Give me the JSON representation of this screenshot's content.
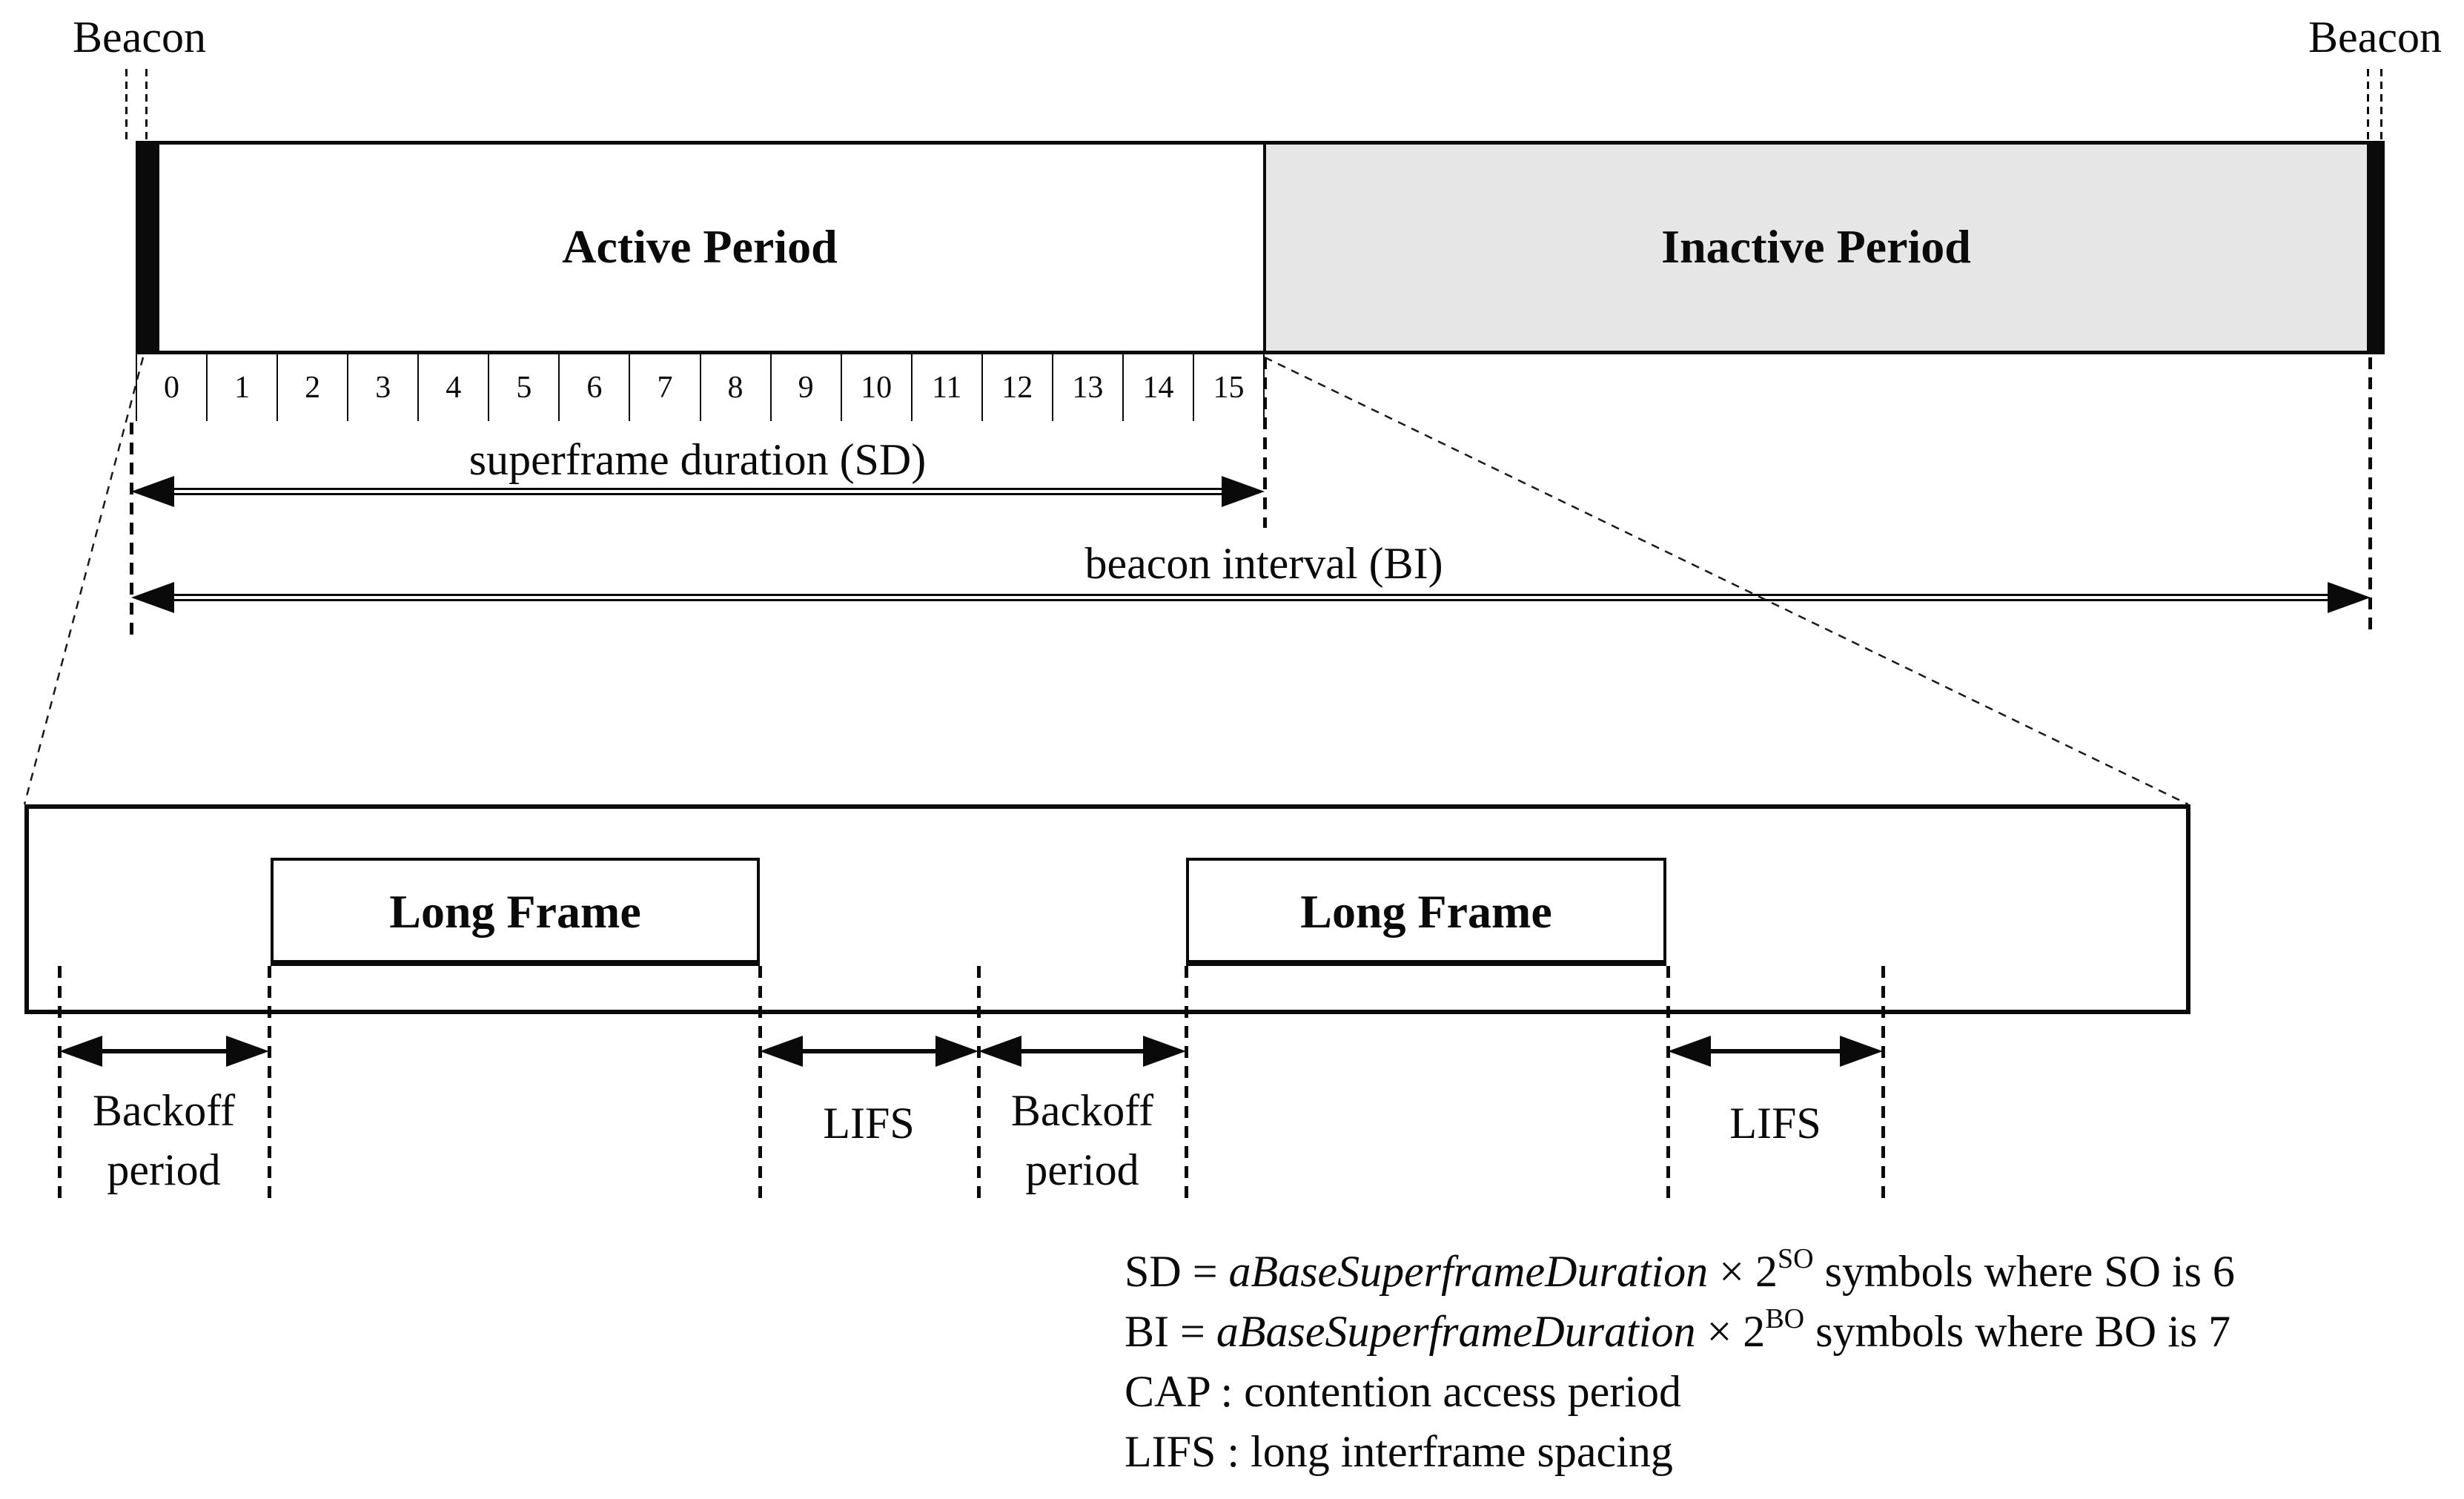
{
  "figure": {
    "beacon_left": "Beacon",
    "beacon_right": "Beacon",
    "active_period_label": "Active Period",
    "inactive_period_label": "Inactive Period",
    "slot_numbers": [
      "0",
      "1",
      "2",
      "3",
      "4",
      "5",
      "6",
      "7",
      "8",
      "9",
      "10",
      "11",
      "12",
      "13",
      "14",
      "15"
    ],
    "superframe_duration_label": "superframe duration (SD)",
    "beacon_interval_label": "beacon interval (BI)",
    "long_frame_1_label": "Long Frame",
    "long_frame_2_label": "Long Frame",
    "backoff_1": {
      "line1": "Backoff",
      "line2": "period"
    },
    "backoff_2": {
      "line1": "Backoff",
      "line2": "period"
    },
    "lifs_1_label": "LIFS",
    "lifs_2_label": "LIFS",
    "colors": {
      "inactive_fill": "#e6e6e6",
      "ink": "#0a0a0a"
    }
  },
  "legend": {
    "sd": {
      "prefix": "SD = ",
      "variable": "aBaseSuperframeDuration",
      "times": " × 2",
      "superscript": "SO",
      "suffix": " symbols where SO is 6"
    },
    "bi": {
      "prefix": "BI = ",
      "variable": "aBaseSuperframeDuration",
      "times": " × 2",
      "superscript": "BO",
      "suffix": " symbols where BO is 7"
    },
    "cap_line": "CAP : contention access period",
    "lifs_line": "LIFS : long interframe spacing"
  }
}
